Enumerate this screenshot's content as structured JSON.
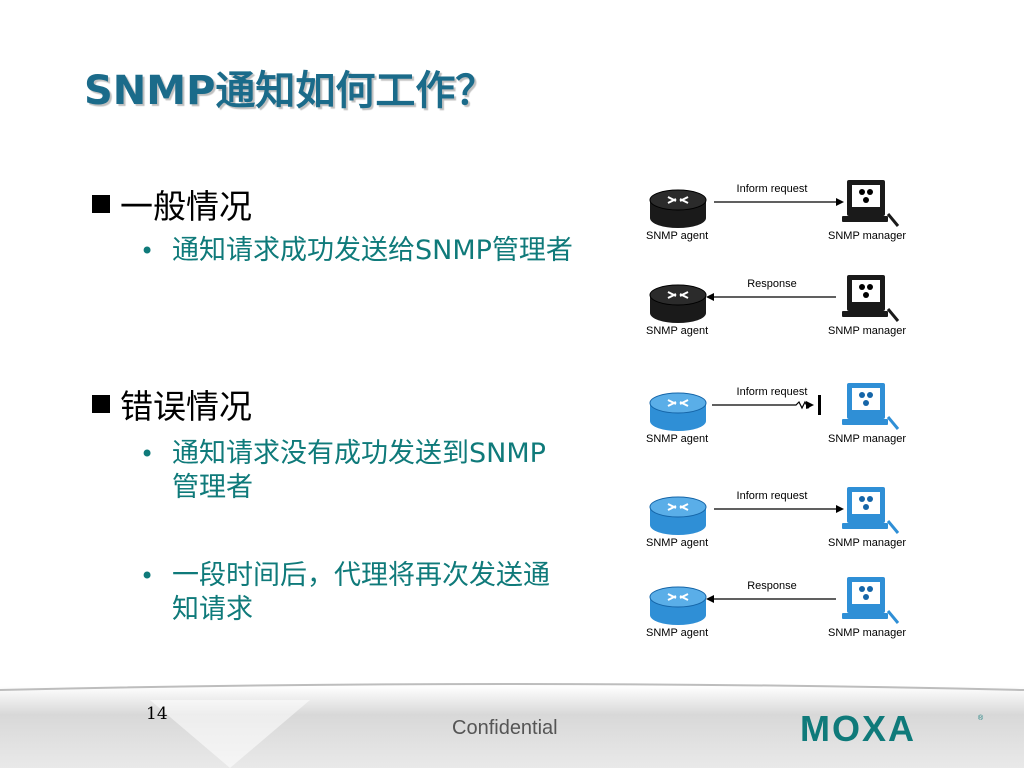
{
  "slide": {
    "title": "SNMP通知如何工作？",
    "page_number": "14",
    "footer_text": "Confidential",
    "logo": "MOXA",
    "accent_color": "#1b6b8a",
    "subbullet_color": "#0f7a7a"
  },
  "sections": [
    {
      "heading": "一般情况",
      "bullets": [
        "通知请求成功发送给SNMP管理者"
      ]
    },
    {
      "heading": "错误情况",
      "bullets": [
        "通知请求没有成功发送到SNMP管理者",
        "一段时间后，代理将再次发送通知请求"
      ]
    }
  ],
  "diagrams": [
    {
      "style": "black",
      "direction": "agent-to-manager",
      "status": "delivered",
      "message": "Inform request",
      "agent_label": "SNMP agent",
      "manager_label": "SNMP manager"
    },
    {
      "style": "black",
      "direction": "manager-to-agent",
      "status": "delivered",
      "message": "Response",
      "agent_label": "SNMP agent",
      "manager_label": "SNMP manager"
    },
    {
      "style": "blue",
      "direction": "agent-to-manager",
      "status": "lost",
      "message": "Inform request",
      "agent_label": "SNMP agent",
      "manager_label": "SNMP manager"
    },
    {
      "style": "blue",
      "direction": "agent-to-manager",
      "status": "delivered",
      "message": "Inform request",
      "agent_label": "SNMP agent",
      "manager_label": "SNMP manager"
    },
    {
      "style": "blue",
      "direction": "manager-to-agent",
      "status": "delivered",
      "message": "Response",
      "agent_label": "SNMP agent",
      "manager_label": "SNMP manager"
    }
  ]
}
